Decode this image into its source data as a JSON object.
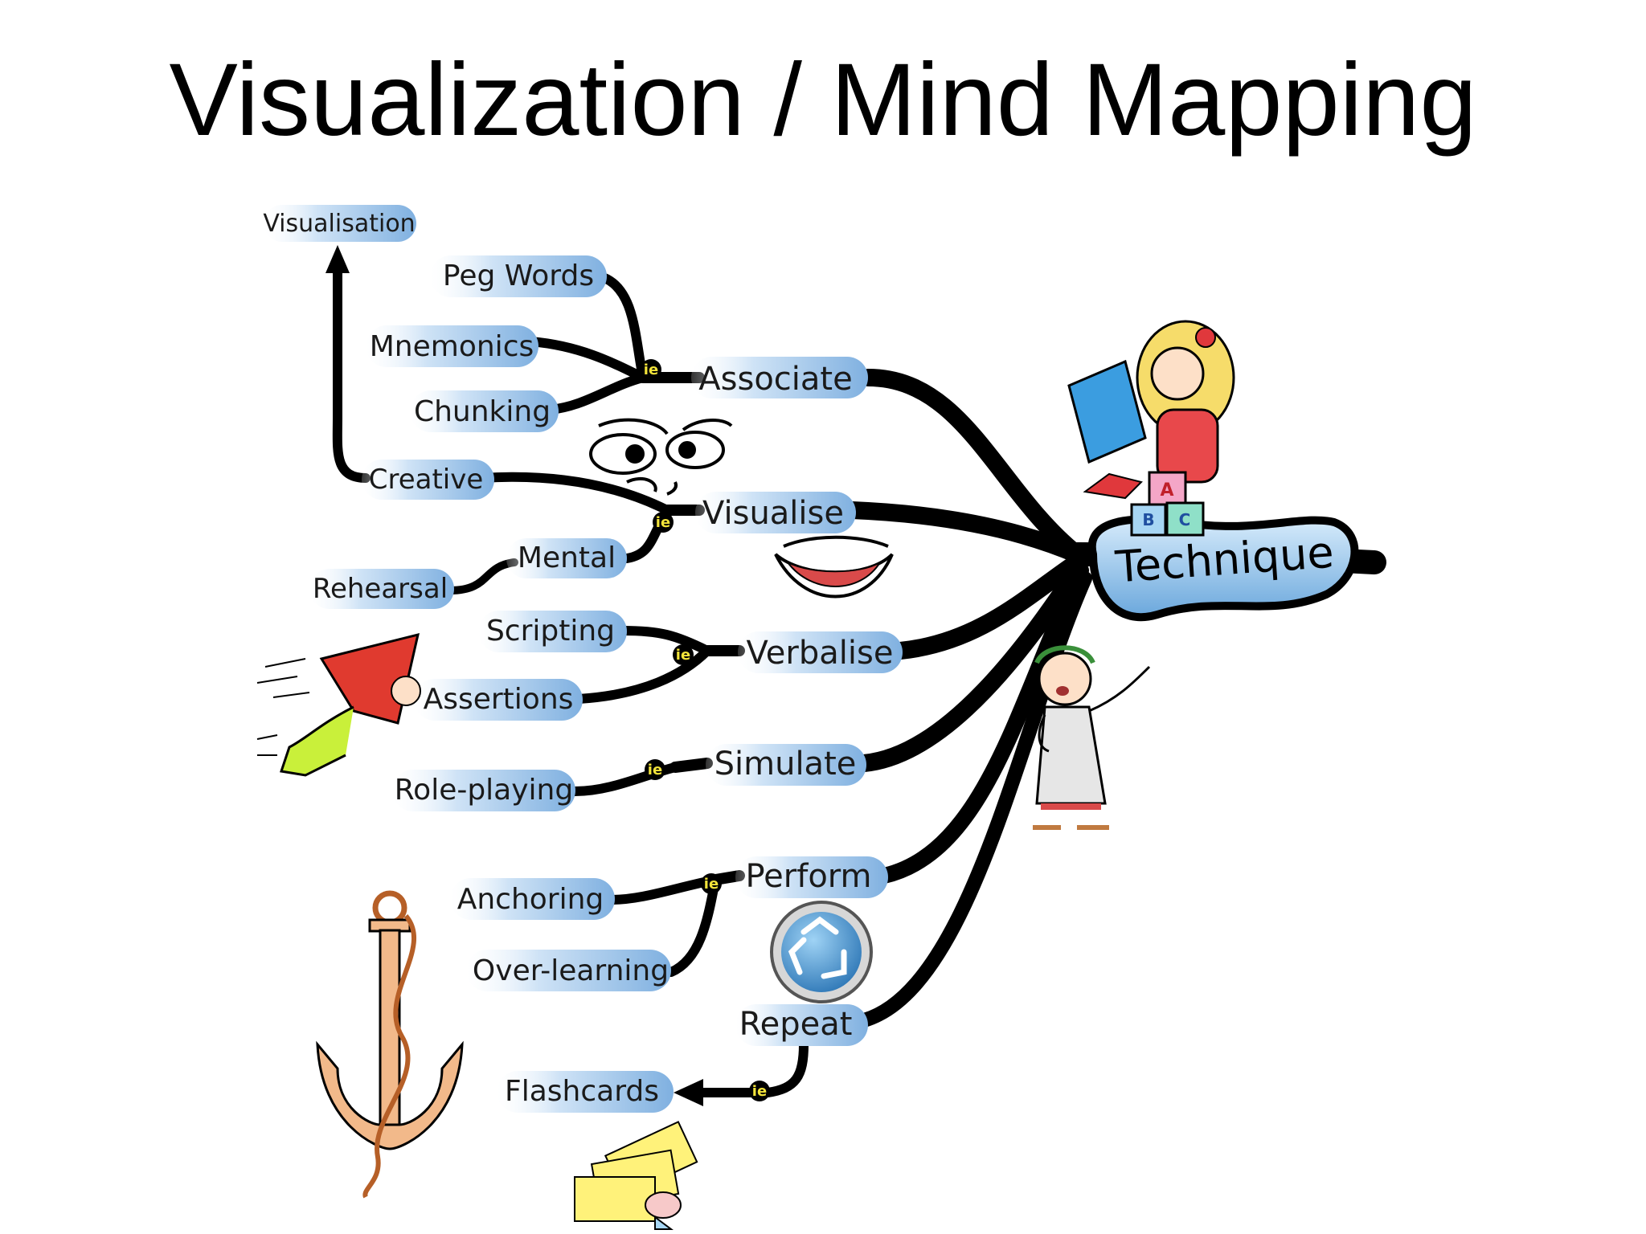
{
  "slide": {
    "title": "Visualization / Mind Mapping"
  },
  "mindmap": {
    "center": "Technique",
    "connector": "ie",
    "branches": {
      "associate": "Associate",
      "visualise": "Visualise",
      "verbalise": "Verbalise",
      "simulate": "Simulate",
      "perform": "Perform",
      "repeat": "Repeat"
    },
    "leaves": {
      "peg_words": "Peg Words",
      "mnemonics": "Mnemonics",
      "chunking": "Chunking",
      "creative": "Creative",
      "visualisation": "Visualisation",
      "mental": "Mental",
      "rehearsal": "Rehearsal",
      "scripting": "Scripting",
      "assertions": "Assertions",
      "role_playing": "Role-playing",
      "anchoring": "Anchoring",
      "over_learning": "Over-learning",
      "flashcards": "Flashcards"
    },
    "illustrations": {
      "book_blocks": [
        "A",
        "B",
        "C"
      ]
    }
  }
}
